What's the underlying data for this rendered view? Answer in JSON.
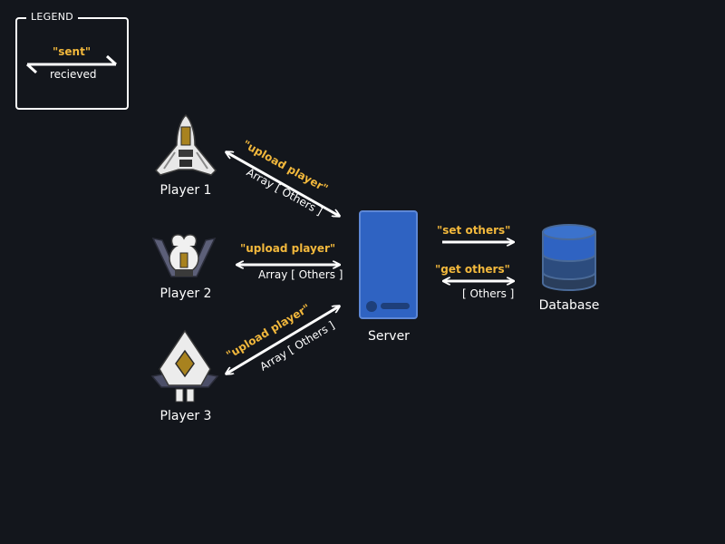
{
  "legend": {
    "title": "LEGEND",
    "sent": "\"sent\"",
    "received": "recieved"
  },
  "players": [
    {
      "name": "Player 1",
      "sent": "\"upload player\"",
      "received": "Array [ Others ]"
    },
    {
      "name": "Player 2",
      "sent": "\"upload player\"",
      "received": "Array [ Others ]"
    },
    {
      "name": "Player 3",
      "sent": "\"upload player\"",
      "received": "Array [ Others ]"
    }
  ],
  "server": {
    "name": "Server"
  },
  "database": {
    "name": "Database",
    "sent_set": "\"set others\"",
    "sent_get": "\"get others\"",
    "received": "[ Others ]"
  },
  "colors": {
    "background": "#13161c",
    "sent_text": "#f2b83c",
    "arrow": "#ffffff",
    "server_fill": "#2f63c2",
    "db_top": "#3b72cc",
    "db_mid": "#2c4c7e",
    "db_low": "#2a3e5c"
  }
}
